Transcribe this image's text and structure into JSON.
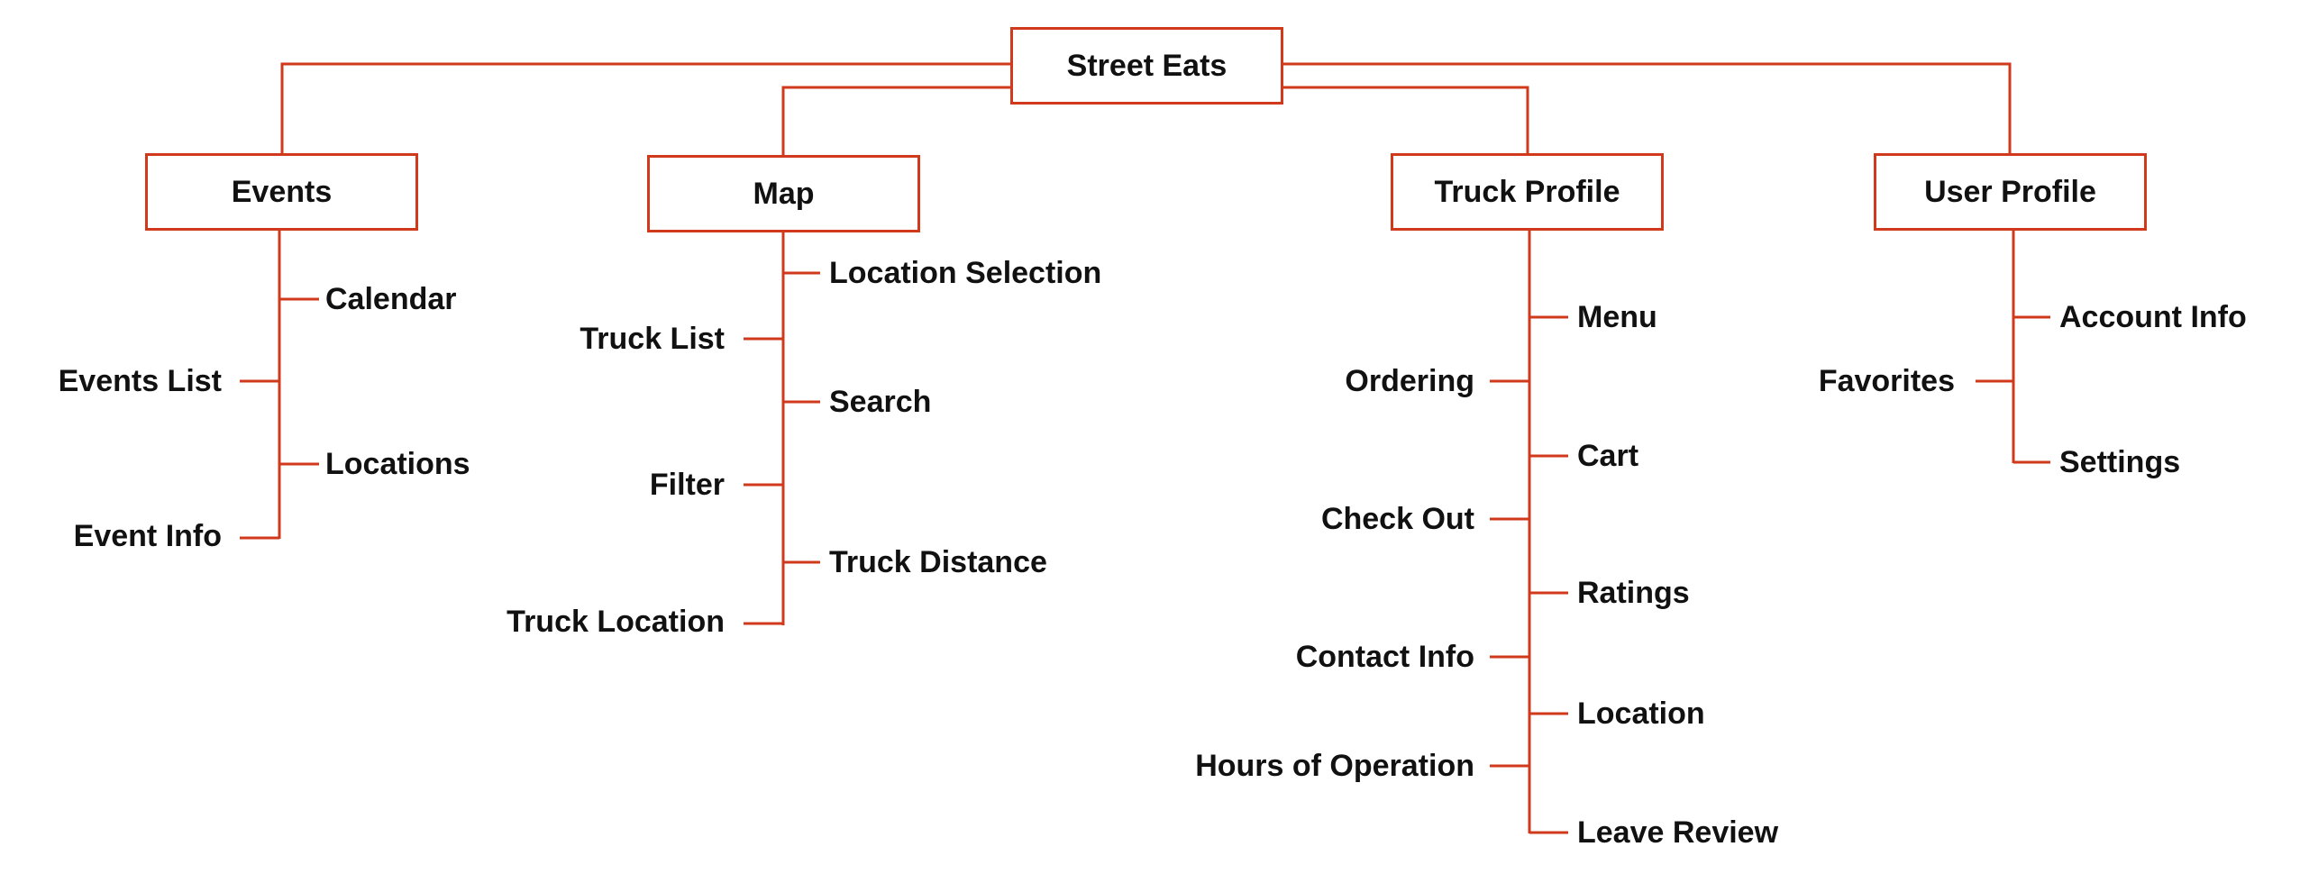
{
  "colors": {
    "line": "#d0391c",
    "text": "#111111",
    "background": "#ffffff"
  },
  "root": {
    "label": "Street Eats"
  },
  "sections": [
    {
      "label": "Events",
      "right": [
        "Calendar",
        "Locations"
      ],
      "left": [
        "Events List",
        "Event Info"
      ]
    },
    {
      "label": "Map",
      "right": [
        "Location Selection",
        "Search",
        "Truck Distance"
      ],
      "left": [
        "Truck List",
        "Filter",
        "Truck Location"
      ]
    },
    {
      "label": "Truck Profile",
      "right": [
        "Menu",
        "Cart",
        "Ratings",
        "Location",
        "Leave Review"
      ],
      "left": [
        "Ordering",
        "Check Out",
        "Contact Info",
        "Hours of Operation"
      ]
    },
    {
      "label": "User Profile",
      "right": [
        "Account Info",
        "Settings"
      ],
      "left": [
        "Favorites"
      ]
    }
  ]
}
